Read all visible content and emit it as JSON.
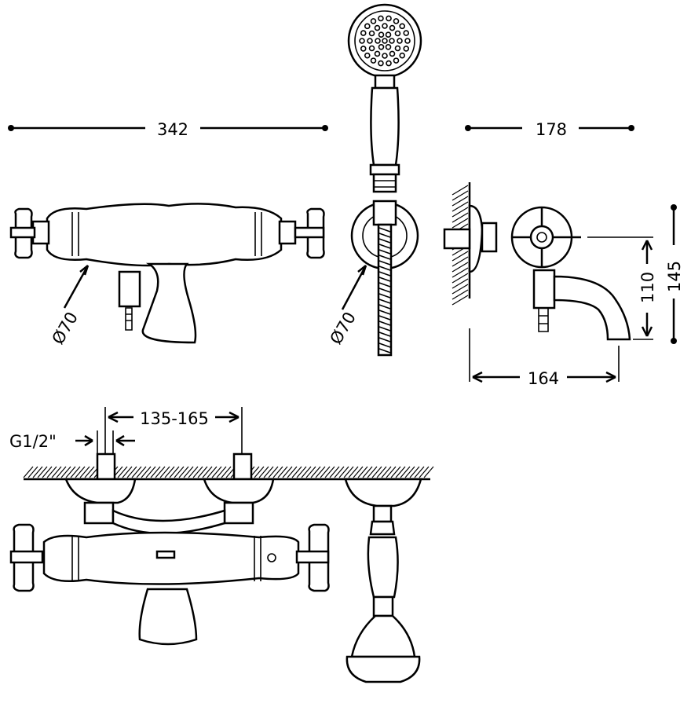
{
  "dimensions": {
    "width_front": "342",
    "depth_side": "178",
    "height_total": "145",
    "spout_height": "110",
    "spout_reach": "164",
    "body_diameter_front": "Ø70",
    "holder_diameter": "Ø70",
    "inlet_spacing": "135-165",
    "inlet_thread": "G1/2\""
  },
  "colors": {
    "line": "#000000",
    "background": "#ffffff"
  }
}
